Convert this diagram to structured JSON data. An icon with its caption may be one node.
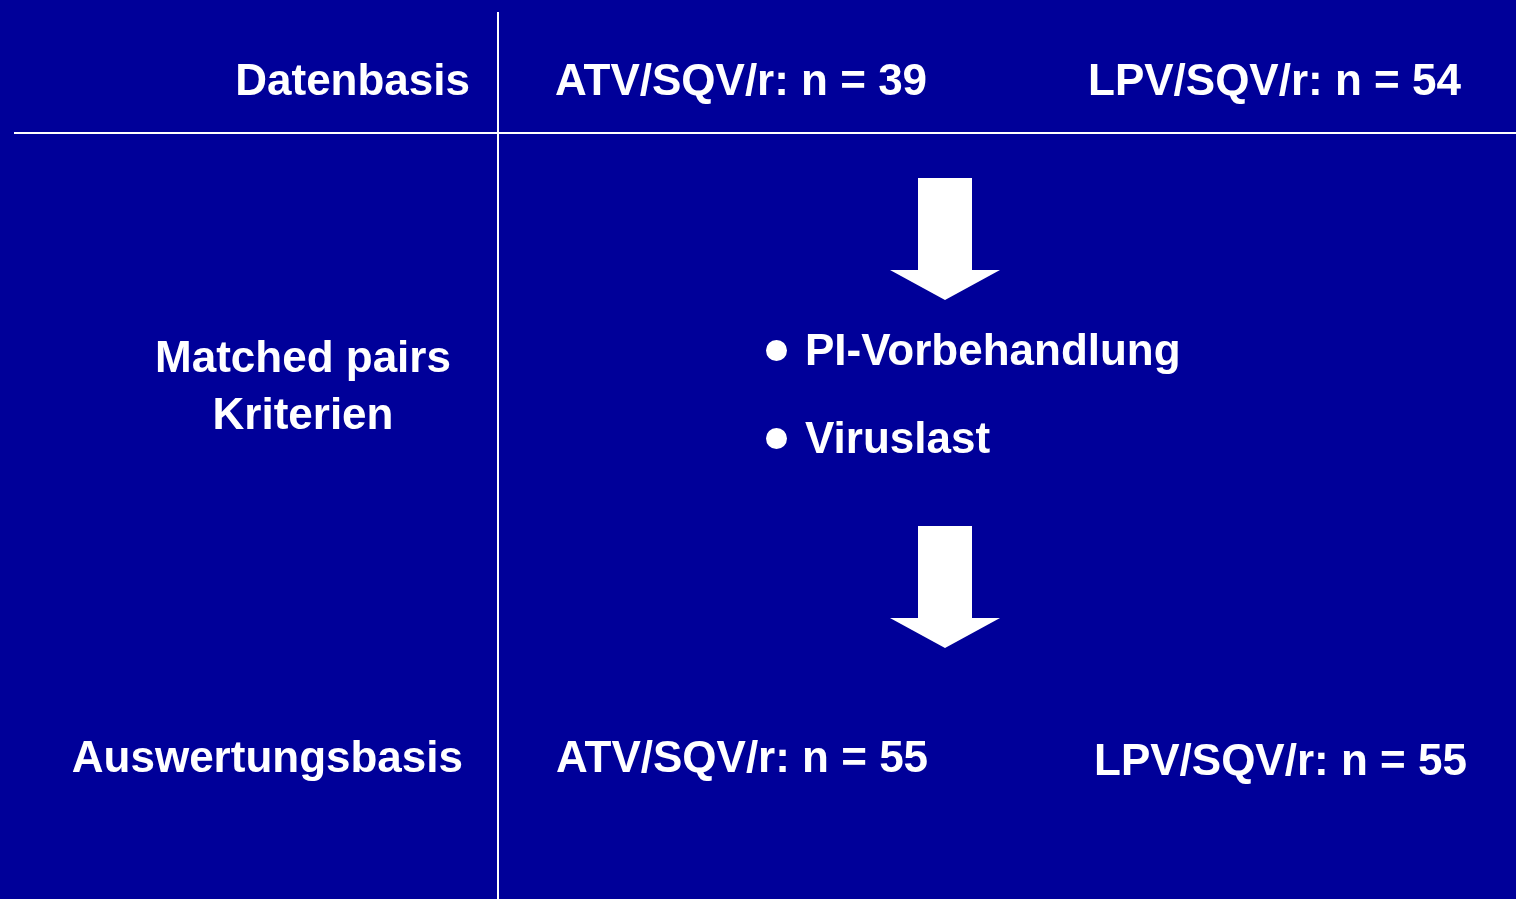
{
  "diagram": {
    "nodes": [
      {
        "text": [
          "ATV/SQV/r: n = 39"
        ]
      },
      {
        "text": [
          "LPV/SQV/r: n = 54"
        ]
      },
      {
        "text": [
          "PI-Vorbehandlung",
          "Viruslast"
        ]
      },
      {
        "text": [
          "ATV/SQV/r: n = 55"
        ]
      },
      {
        "text": [
          "LPV/SQV/r: n = 55"
        ]
      }
    ],
    "edges": [
      {
        "from": 0,
        "to": 2,
        "arrow": "to"
      },
      {
        "from": 2,
        "to": 3,
        "arrow": "to"
      }
    ],
    "labels": [
      "Datenbasis",
      "Matched pairs Kriterien",
      "Auswertungsbasis"
    ]
  }
}
